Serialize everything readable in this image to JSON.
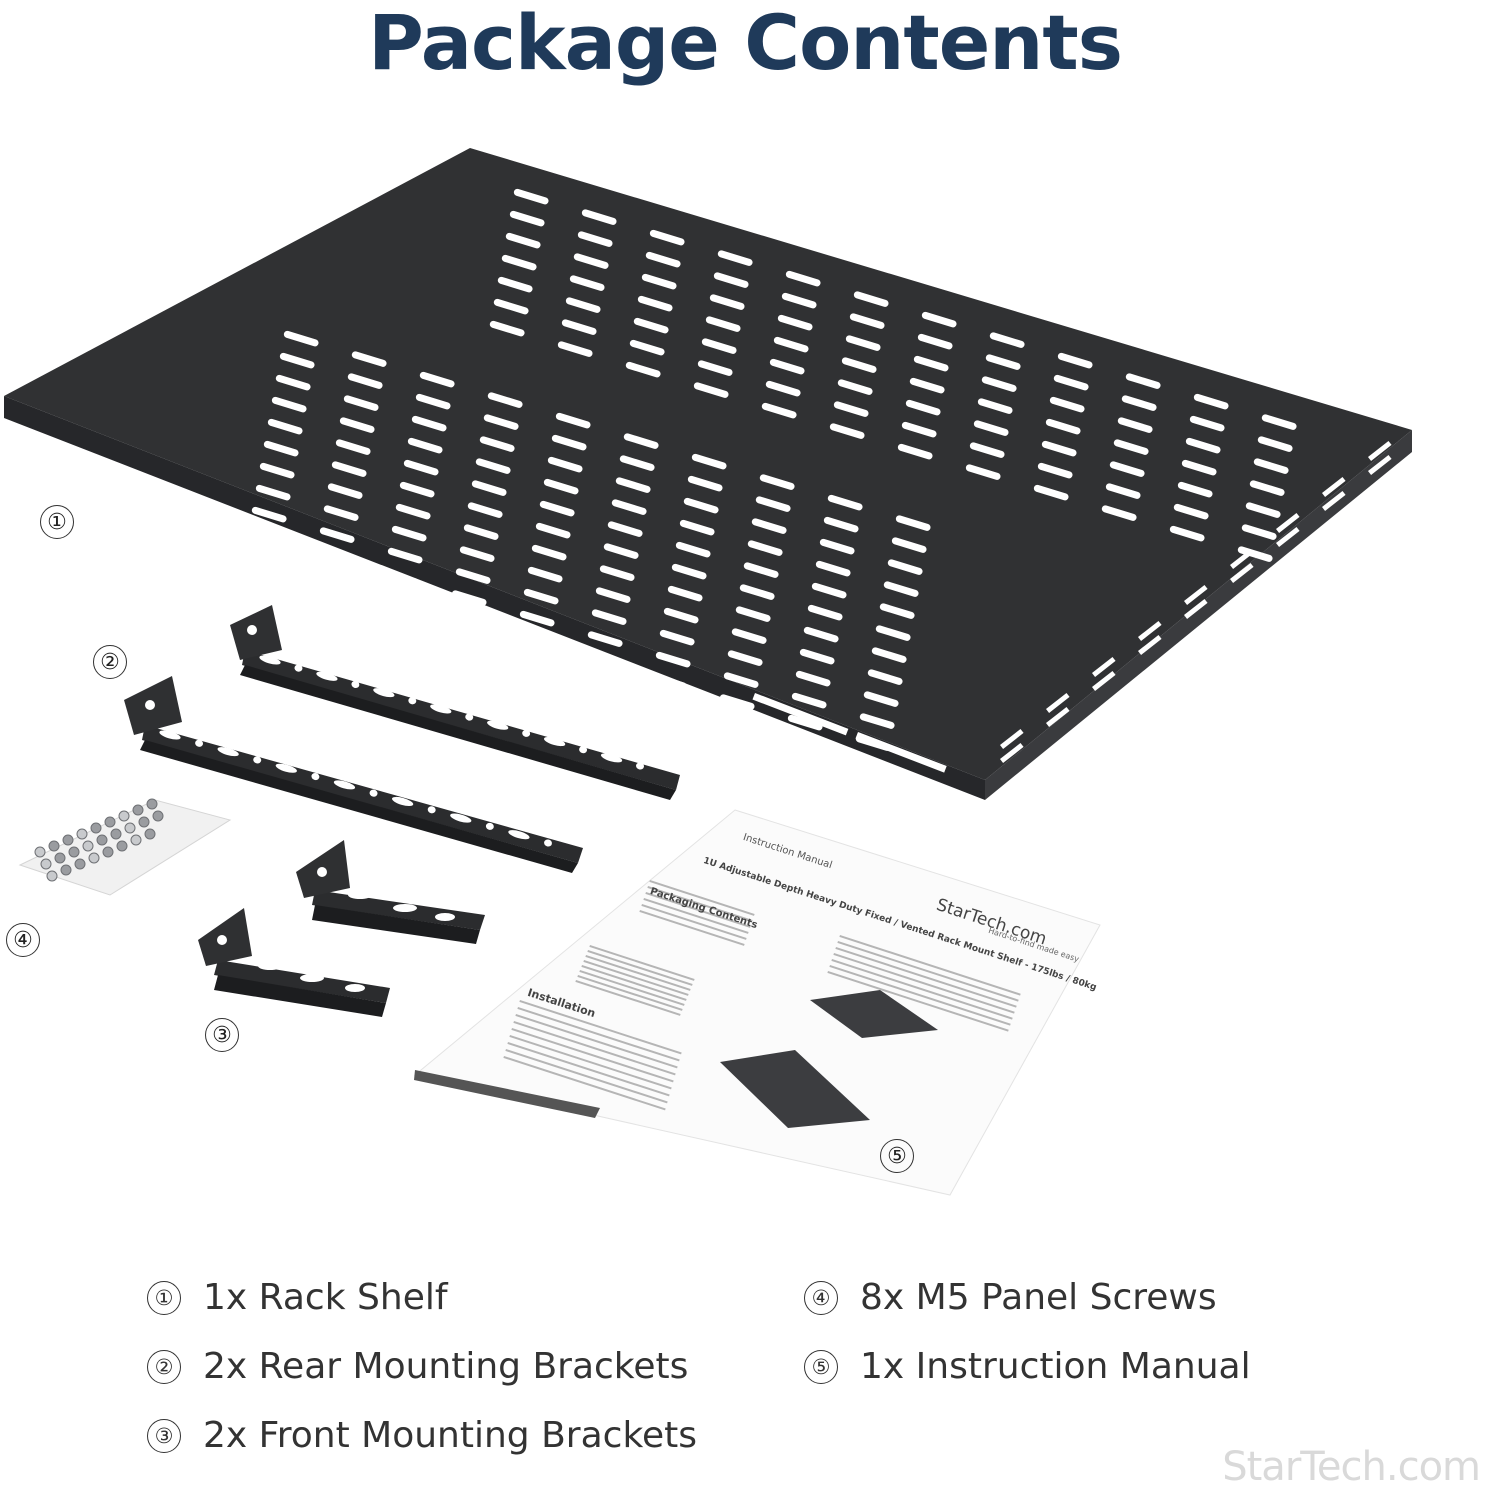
{
  "title": "Package Contents",
  "callouts": [
    "①",
    "②",
    "③",
    "④",
    "⑤"
  ],
  "legend": [
    {
      "num": "①",
      "label": "1x Rack Shelf"
    },
    {
      "num": "②",
      "label": "2x Rear Mounting Brackets"
    },
    {
      "num": "③",
      "label": "2x Front Mounting Brackets"
    },
    {
      "num": "④",
      "label": "8x M5 Panel Screws"
    },
    {
      "num": "⑤",
      "label": "1x Instruction Manual"
    }
  ],
  "manual": {
    "header": "Instruction Manual",
    "brand": "StarTech.com",
    "tagline": "Hard-to-find made easy",
    "product": "1U Adjustable Depth Heavy Duty Fixed / Vented Rack Mount Shelf - 175lbs / 80kg",
    "packaging": "Packaging Contents",
    "installation": "Installation"
  },
  "watermark": "StarTech.com",
  "colors": {
    "title": "#1f3a5a",
    "shelf": "#2d2e30",
    "text": "#333333"
  }
}
